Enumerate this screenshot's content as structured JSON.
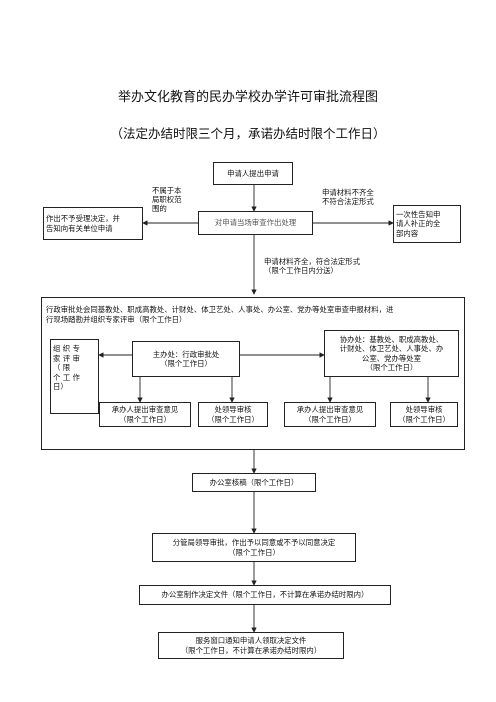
{
  "title": "举办文化教育的民办学校办学许可审批流程图",
  "subtitle": "（法定办结时限三个月，承诺办结时限个工作日）",
  "nodes": {
    "apply": "申请人提出申请",
    "review": "对申请当场审查作出处理",
    "reject": "作出不予受理决定，并\n告知向有关单位申请",
    "notify": "一次性告知申\n请人补正的全\n部内容",
    "expert": "组 织 专\n家 评 审\n（ 限\n个 工 作\n日）",
    "main_dept": "主办处：行政审批处\n（限个工作日）",
    "co_dept": "协办处：基教处、职成高教处、\n计财处、体卫艺处、人事处、办\n公室、党办等处室\n（限个工作日）",
    "handler1": "承办人提出审查意见\n（限个工作日）",
    "lead1": "处领导审核\n（限个工作日）",
    "handler2": "承办人提出审查意见\n（限个工作日）",
    "lead2": "处领导审核\n（限个工作日）",
    "office_check": "办公室核稿（限个工作日）",
    "approve": "分管局领导审批，作出予以同意或不予以同意决定\n（限个工作日）",
    "doc": "办公室制作决定文件（限个工作日，不计算在承诺办结时限内）",
    "window": "服务窗口通知申请人领取决定文件\n（限个工作日，不计算在承诺办结时限内）"
  },
  "labels": {
    "not_scope": "不属于本\n局职权范\n围的",
    "incomplete": "申请材料不齐全\n不符合法定形式",
    "complete": "申请材料齐全，符合法定形式\n（限个工作日内分送）"
  },
  "container_text": "行政审批处会同基教处、职成高教处、计财处、体卫艺处、人事处、办公室、党办等处室审查申报材料，进\n行现场踏勘并组织专家评审（限个工作日）",
  "colors": {
    "line": "#222222",
    "review_text": "#555555"
  }
}
